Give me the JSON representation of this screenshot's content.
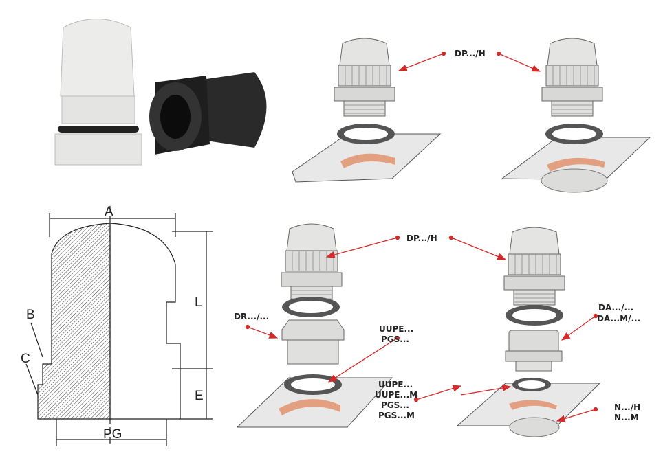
{
  "drawing_labels": {
    "A": "A",
    "L": "L",
    "B": "B",
    "C": "C",
    "E": "E",
    "PG": "PG"
  },
  "callouts": {
    "top_gland": "DP.../H",
    "bottom_gland": "DP.../H",
    "reducer": "DR.../...",
    "seal_left": [
      "UUPE...",
      "PGS..."
    ],
    "seal_right": [
      "UUPE...",
      "UUPE...M",
      "PGS...",
      "PGS...M"
    ],
    "adapter": [
      "DA.../...",
      "DA...M/..."
    ],
    "nut": [
      "N.../H",
      "N...M"
    ]
  },
  "colors": {
    "arrow": "#d42a2a",
    "gland_white": "#e6e6e3",
    "gland_black": "#222222",
    "seal": "#555555",
    "plate": "#e8e8e8",
    "thread_cut": "#e2a080"
  }
}
